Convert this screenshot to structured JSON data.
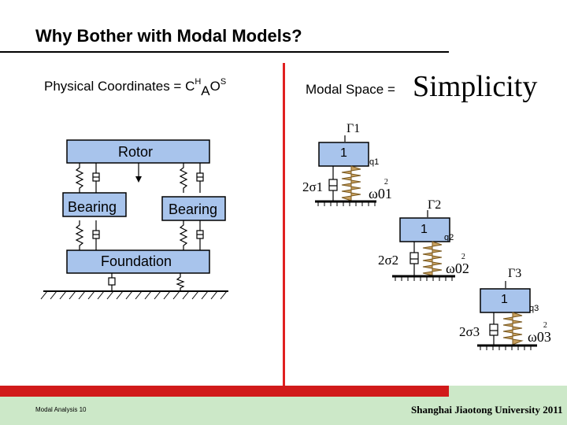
{
  "title": "Why Bother with Modal Models?",
  "physical": {
    "prefix": "Physical Coordinates = C",
    "sup_h": "H",
    "sub_a": "A",
    "o": "O",
    "sup_s": "S"
  },
  "modal": {
    "label": "Modal Space = ",
    "simplicity": "Simplicity"
  },
  "rotor_diagram": {
    "rotor": "Rotor",
    "bearing_left": "Bearing",
    "bearing_right": "Bearing",
    "foundation": "Foundation"
  },
  "modes": [
    {
      "gamma": "Γ1",
      "mass": "1",
      "q": "q1",
      "sigma": "2σ1",
      "omega": "ω01",
      "omega_sup": "2"
    },
    {
      "gamma": "Γ2",
      "mass": "1",
      "q": "q2",
      "sigma": "2σ2",
      "omega": "ω02",
      "omega_sup": "2"
    },
    {
      "gamma": "Γ3",
      "mass": "1",
      "q": "q3",
      "sigma": "2σ3",
      "omega": "ω03",
      "omega_sup": "2"
    }
  ],
  "footer": {
    "left": "Modal Analysis 10",
    "right": "Shanghai Jiaotong University 2011"
  },
  "colors": {
    "accent_red": "#d11a1a",
    "footer_green": "#cce8c8",
    "box_blue": "#a8c4ec",
    "spring_tan": "#c8a060"
  }
}
